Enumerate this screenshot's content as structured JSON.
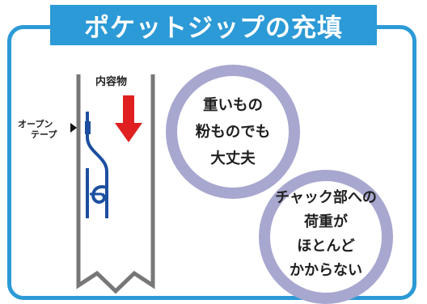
{
  "title": "ポケットジップの充填",
  "diagram": {
    "contents_label": "内容物",
    "open_tape_label": [
      "オープン",
      "テープ"
    ]
  },
  "callouts": [
    {
      "lines": [
        "重いもの",
        "粉ものでも",
        "大丈夫"
      ]
    },
    {
      "lines": [
        "チャック部への",
        "荷重が",
        "ほとんど",
        "かからない"
      ]
    }
  ],
  "colors": {
    "accent": "#2c9ad6",
    "bag_outline": "#777777",
    "zipper": "#1d4fa0",
    "arrow": "#e02020",
    "circle_ring": "#a7a7cf"
  }
}
